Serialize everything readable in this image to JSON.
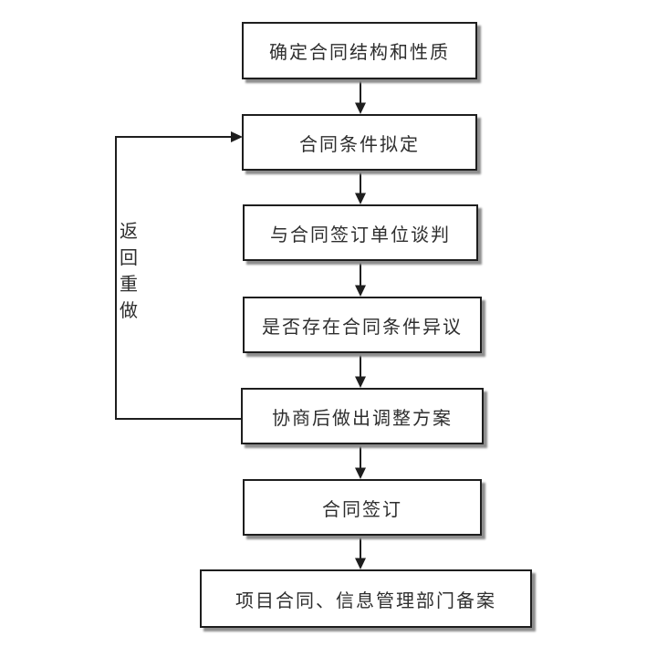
{
  "diagram": {
    "type": "flowchart",
    "direction": "top-down",
    "nodes": [
      {
        "id": "n1",
        "label": "确定合同结构和性质"
      },
      {
        "id": "n2",
        "label": "合同条件拟定"
      },
      {
        "id": "n3",
        "label": "与合同签订单位谈判"
      },
      {
        "id": "n4",
        "label": "是否存在合同条件异议"
      },
      {
        "id": "n5",
        "label": "协商后做出调整方案"
      },
      {
        "id": "n6",
        "label": "合同签订"
      },
      {
        "id": "n7",
        "label": "项目合同、信息管理部门备案"
      }
    ],
    "edges": [
      {
        "from": "n1",
        "to": "n2",
        "type": "arrow"
      },
      {
        "from": "n2",
        "to": "n3",
        "type": "arrow"
      },
      {
        "from": "n3",
        "to": "n4",
        "type": "arrow"
      },
      {
        "from": "n4",
        "to": "n5",
        "type": "arrow"
      },
      {
        "from": "n5",
        "to": "n6",
        "type": "arrow"
      },
      {
        "from": "n6",
        "to": "n7",
        "type": "arrow"
      },
      {
        "from": "n5",
        "to": "n2",
        "type": "feedback-loop",
        "label": "返回重做"
      }
    ],
    "feedback_label": "返回重做",
    "colors": {
      "background": "#ffffff",
      "node_fill": "#ffffff",
      "line": "#1e1e1e",
      "text": "#2e2e2e",
      "shadow": "#8d8d8d"
    }
  }
}
